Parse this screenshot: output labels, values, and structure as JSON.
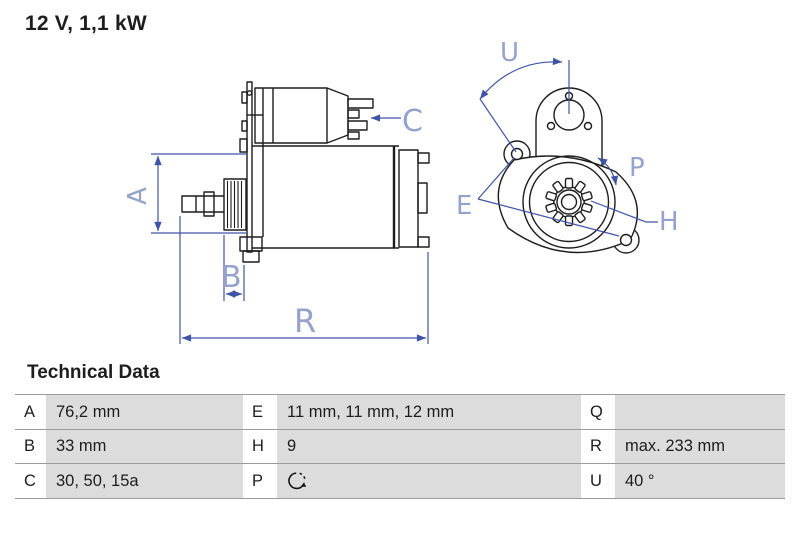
{
  "title": "12 V, 1,1 kW",
  "diagram": {
    "dimension_labels": {
      "A": "A",
      "B": "B",
      "C": "C",
      "R": "R",
      "U": "U",
      "E": "E",
      "P": "P",
      "H": "H"
    },
    "colors": {
      "outline": "#1d1d1d",
      "dimension_line": "#3f54a8",
      "dimension_label": "#96a2ce"
    }
  },
  "table": {
    "heading": "Technical Data",
    "rows": [
      [
        {
          "key": "A",
          "value": "76,2 mm"
        },
        {
          "key": "E",
          "value": "11 mm, 11 mm, 12 mm"
        },
        {
          "key": "Q",
          "value": ""
        }
      ],
      [
        {
          "key": "B",
          "value": "33 mm"
        },
        {
          "key": "H",
          "value": "9"
        },
        {
          "key": "R",
          "value": "max. 233 mm"
        }
      ],
      [
        {
          "key": "C",
          "value": "30, 50, 15a"
        },
        {
          "key": "P",
          "value": "",
          "value_icon": "clockwise-rotation-icon"
        },
        {
          "key": "U",
          "value": "40 °"
        }
      ]
    ],
    "cell_bg": "#dcdcdc",
    "border_color": "#9b9b9b"
  }
}
